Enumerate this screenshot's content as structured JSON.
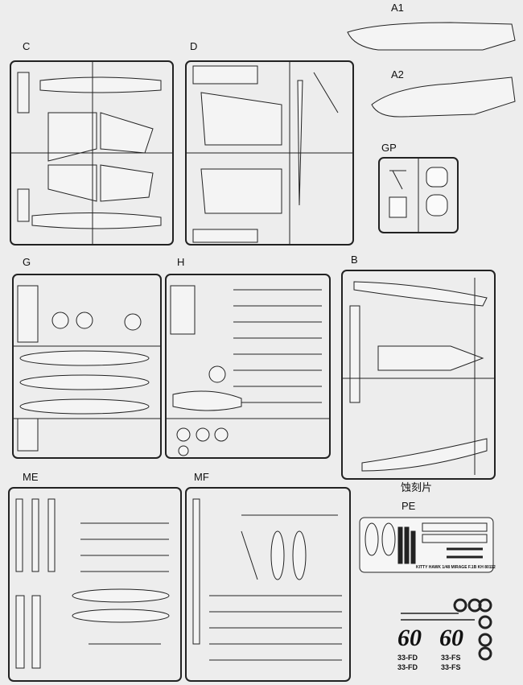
{
  "sprues": [
    {
      "id": "A1",
      "label": "A1"
    },
    {
      "id": "A2",
      "label": "A2"
    },
    {
      "id": "C",
      "label": "C"
    },
    {
      "id": "D",
      "label": "D"
    },
    {
      "id": "GP",
      "label": "GP"
    },
    {
      "id": "G",
      "label": "G"
    },
    {
      "id": "H",
      "label": "H"
    },
    {
      "id": "B",
      "label": "B"
    },
    {
      "id": "ME",
      "label": "ME"
    },
    {
      "id": "MF",
      "label": "MF"
    }
  ],
  "photo_etch": {
    "title_cn": "蚀刻片",
    "label": "PE",
    "fret_text": "KITTY HAWK 1/48 MIRAGE F.1B KH 80112"
  },
  "decals": {
    "number": "60",
    "codes": [
      "33-FD",
      "33-FD",
      "33-FS",
      "33-FS"
    ]
  }
}
